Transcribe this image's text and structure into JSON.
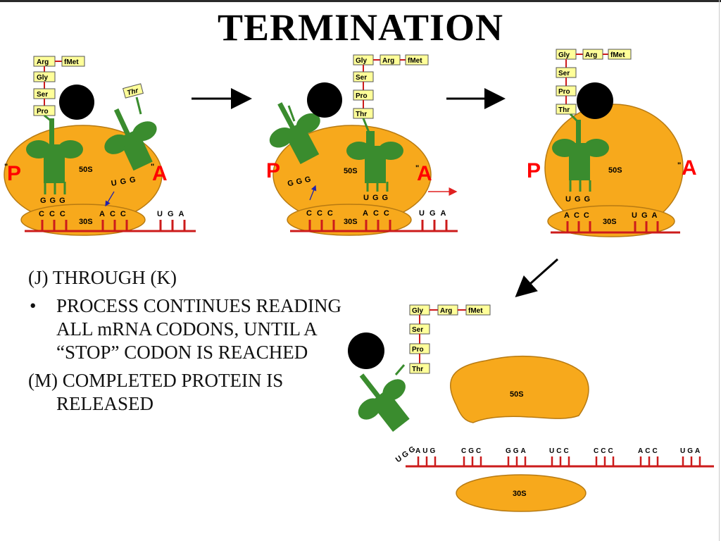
{
  "title": "TERMINATION",
  "amino_acids": {
    "arg": "Arg",
    "fmet": "fMet",
    "gly": "Gly",
    "ser": "Ser",
    "pro": "Pro",
    "thr": "Thr"
  },
  "subunits": {
    "large": "50S",
    "small": "30S"
  },
  "sites": {
    "p": "P",
    "a": "A",
    "quote": "\""
  },
  "codons": {
    "stop": "UGA",
    "first": "AUG",
    "second": "CGC",
    "third": "GGA",
    "fourth": "UCC",
    "fifth": "CCC",
    "sixth": "ACC"
  },
  "anticodons": {
    "thr_trna": "UGG",
    "ser_trna": "GGG"
  },
  "colors": {
    "ribosome": "#F7A91C",
    "trna": "#3A8C2E",
    "mrna": "#CC1B1B",
    "site_label": "#FF0000",
    "amino_box": "#FFFF99",
    "arrow_red": "#E02020"
  },
  "text": {
    "heading": "(J) THROUGH (K)",
    "bullet_symbol": "•",
    "bullet": "PROCESS CONTINUES READING ALL mRNA CODONS, UNTIL A “STOP” CODON IS REACHED",
    "item_m": "(M) COMPLETED PROTEIN IS RELEASED"
  }
}
